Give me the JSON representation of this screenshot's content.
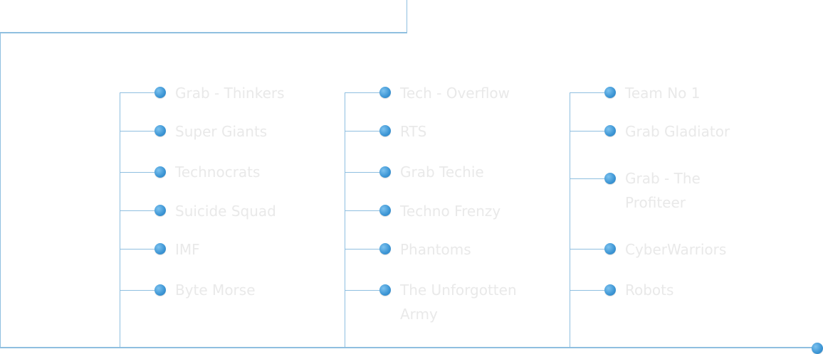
{
  "columns": [
    {
      "items": [
        {
          "label": "Grab - Thinkers"
        },
        {
          "label": "Super Giants"
        },
        {
          "label": "Technocrats"
        },
        {
          "label": "Suicide Squad"
        },
        {
          "label": "IMF"
        },
        {
          "label": "Byte Morse"
        }
      ]
    },
    {
      "items": [
        {
          "label": "Tech - Overflow"
        },
        {
          "label": "RTS"
        },
        {
          "label": "Grab Techie"
        },
        {
          "label": "Techno Frenzy"
        },
        {
          "label": "Phantoms"
        },
        {
          "label": "The Unforgotten Army"
        }
      ]
    },
    {
      "items": [
        {
          "label": "Team No 1"
        },
        {
          "label": "Grab Gladiator"
        },
        {
          "label": "Grab - The Profiteer"
        },
        {
          "label": "CyberWarriors"
        },
        {
          "label": "Robots"
        }
      ]
    }
  ],
  "colors": {
    "connector": "#8fbfe0",
    "node": "#3c95d4",
    "label": "#e9e9e9"
  }
}
